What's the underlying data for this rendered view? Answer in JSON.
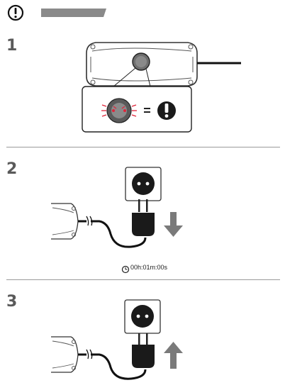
{
  "header": {
    "warning_icon": "exclamation-circle-icon",
    "title_bar_color": "#8a8a8a"
  },
  "steps": [
    {
      "number": "1",
      "icons": [
        "device-body",
        "reset-button",
        "blinking-red-led",
        "equals-sign",
        "warning-icon"
      ]
    },
    {
      "number": "2",
      "icons": [
        "wall-socket",
        "plug",
        "cable",
        "arrow-down-icon"
      ]
    },
    {
      "number": "3",
      "icons": [
        "wall-socket",
        "plug",
        "cable",
        "arrow-up-icon"
      ]
    }
  ],
  "timer": {
    "icon": "clock-icon",
    "text": "00h:01m:00s"
  },
  "colors": {
    "led_red": "#e0243a",
    "arrow_gray": "#7a7a7a",
    "dark": "#1a1a1a"
  }
}
